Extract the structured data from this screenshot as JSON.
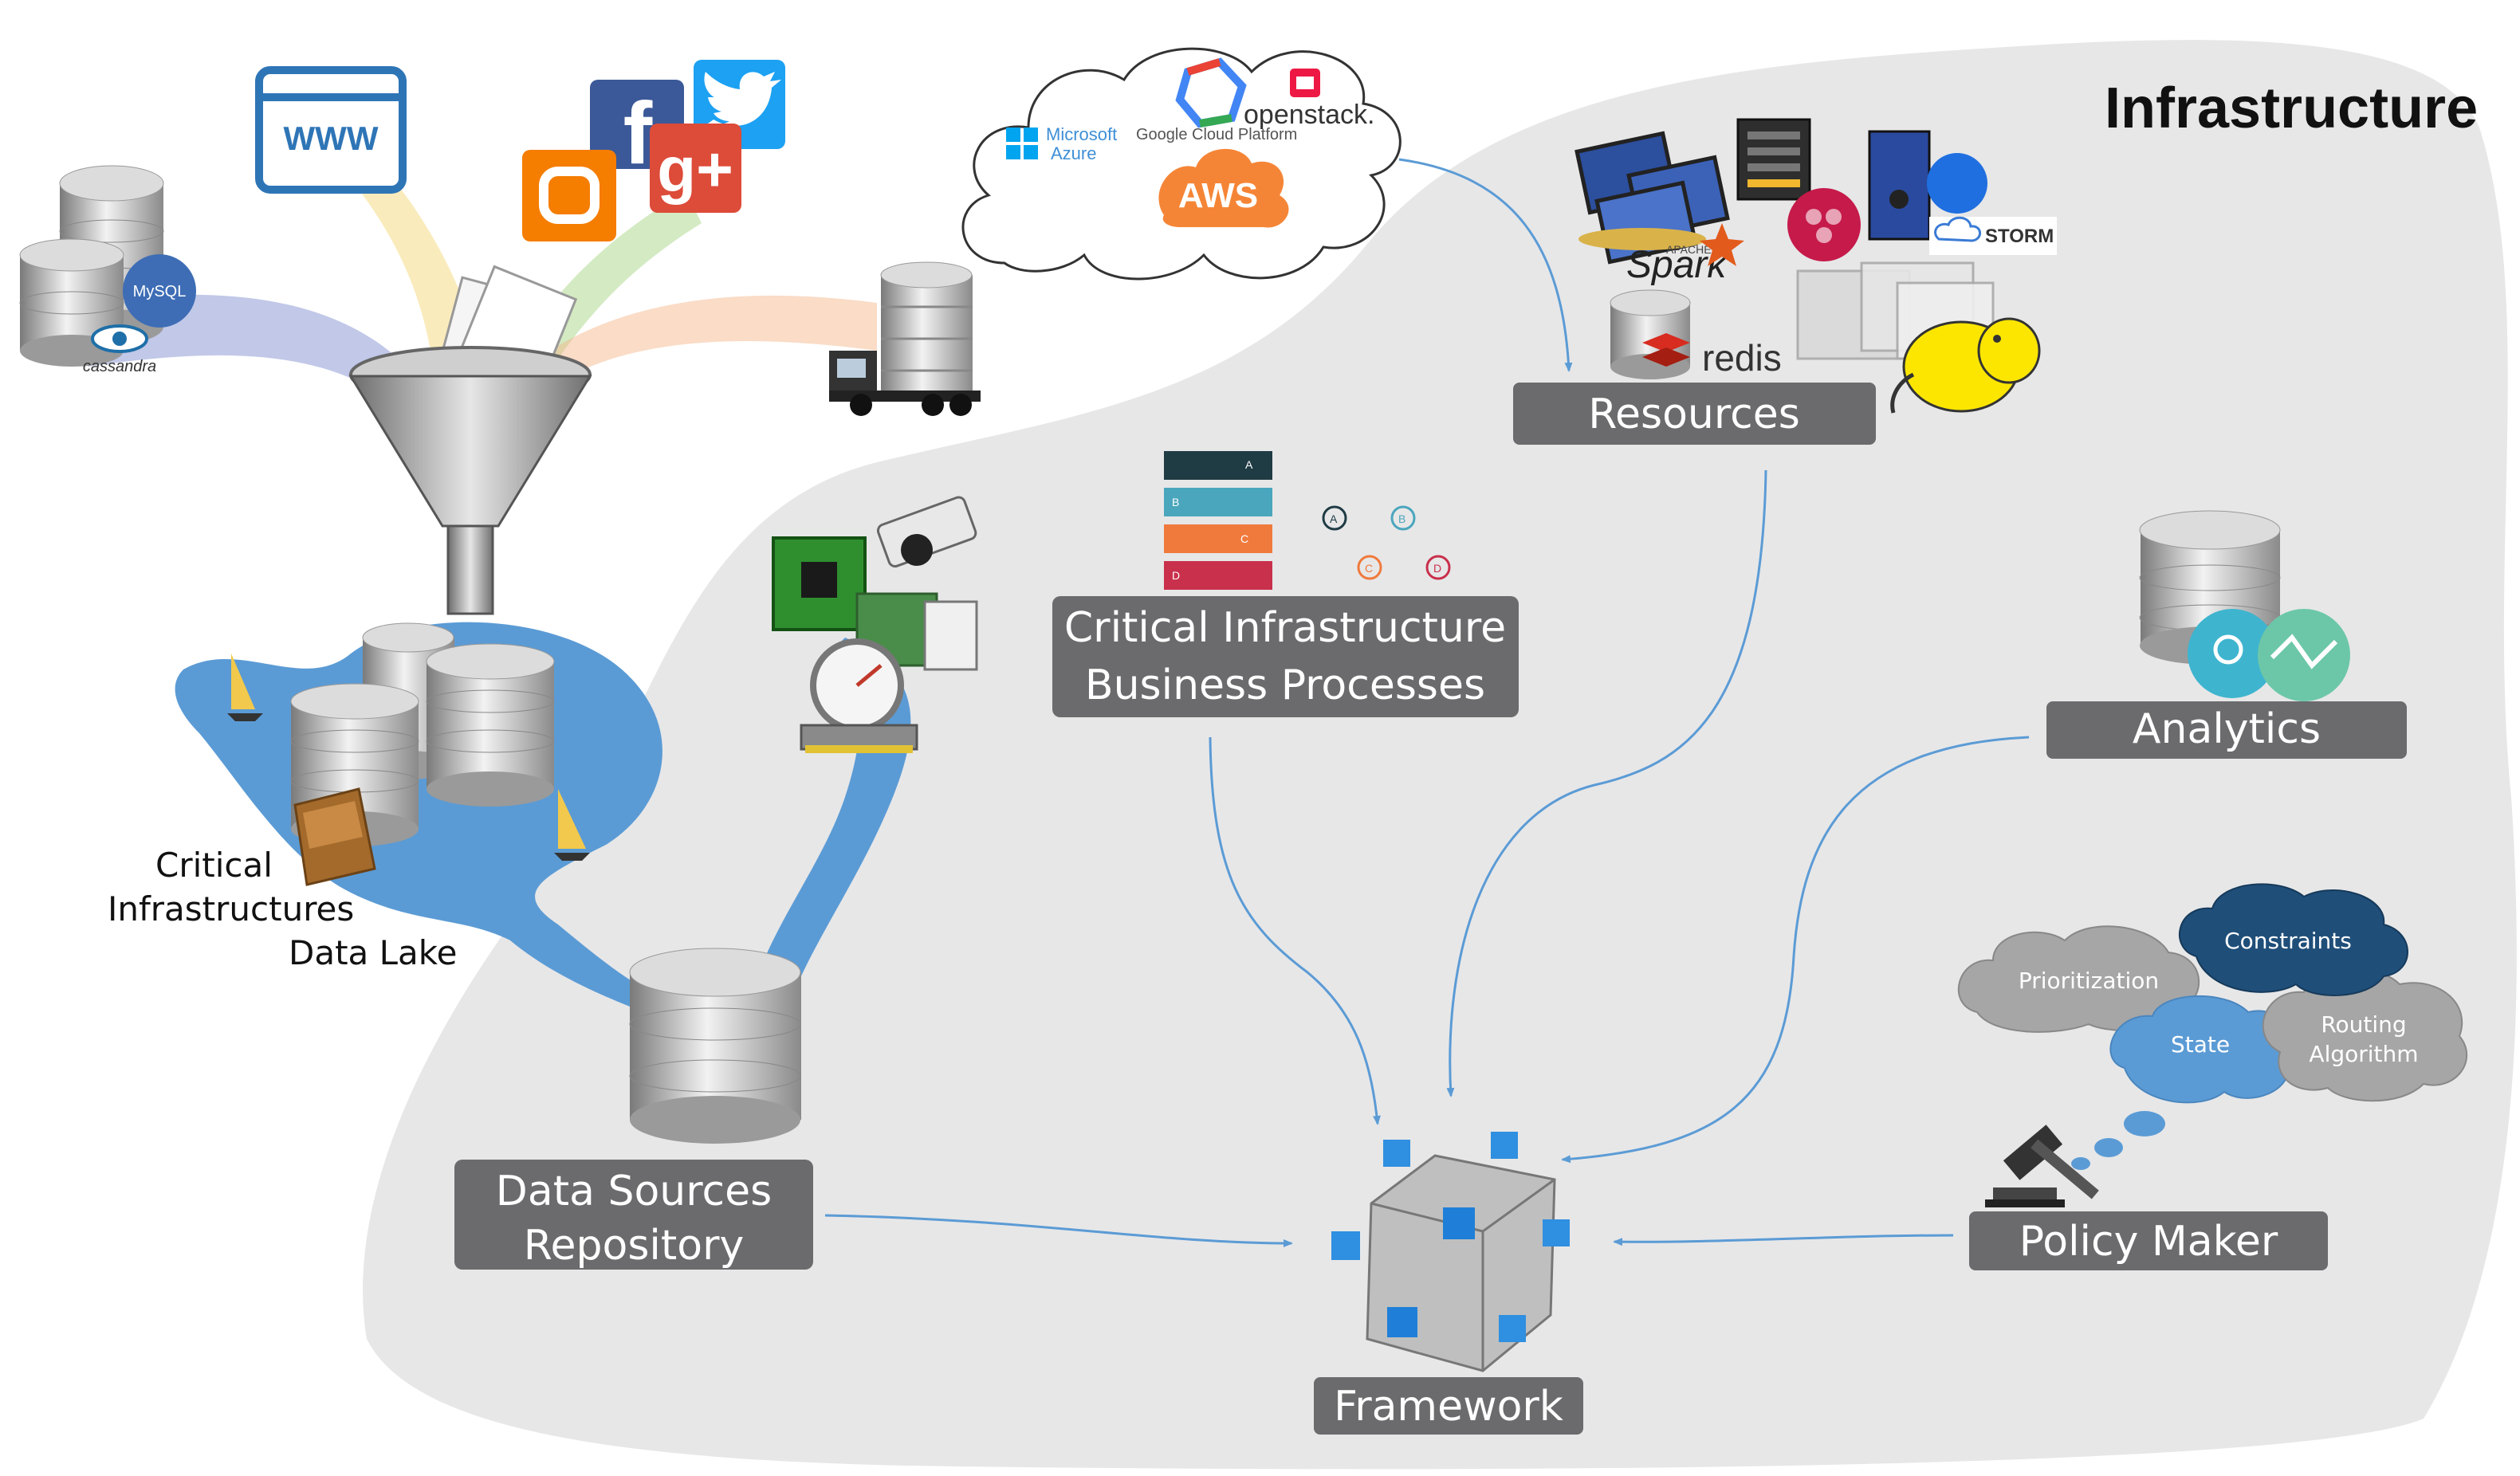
{
  "title": "Infrastructure",
  "nodes": {
    "resources": "Resources",
    "critical_processes": [
      "Critical Infrastructure",
      "Business Processes"
    ],
    "analytics": "Analytics",
    "data_sources": [
      "Data Sources",
      "Repository"
    ],
    "framework": "Framework",
    "policy_maker": "Policy Maker"
  },
  "data_lake_label": [
    "Critical",
    "Infrastructures",
    "Data Lake"
  ],
  "policy_clouds": [
    "Prioritization",
    "Constraints",
    "State",
    "Routing",
    "Algorithm"
  ],
  "process_steps": [
    "A",
    "B",
    "C",
    "D"
  ],
  "logos": {
    "www": "WWW",
    "mysql": "MySQL",
    "cassandra": "cassandra",
    "azure": [
      "Microsoft",
      "Azure"
    ],
    "gcp": "Google Cloud Platform",
    "openstack": "openstack.",
    "aws": "AWS",
    "spark": "Spark",
    "spark_small": "APACHE",
    "redis": "redis",
    "storm": "STORM"
  },
  "icons": [
    "database-icon",
    "browser-icon",
    "facebook-icon",
    "twitter-icon",
    "googleplus-icon",
    "blogger-icon",
    "funnel-icon",
    "truck-icon",
    "cloud-icon",
    "server-icon",
    "hadoop-elephant-icon",
    "gavel-icon",
    "cube-icon",
    "camera-icon",
    "chip-icon",
    "gauge-icon"
  ],
  "colors": {
    "background_blob": "#e7e7e8",
    "label_box": "#6b6b6d",
    "lake": "#5b9bd5",
    "arrow": "#5b9bd5",
    "cloud_grey": "#a6a6a6",
    "cloud_blue": "#5b9bd5",
    "cloud_navy": "#1f4e79"
  }
}
